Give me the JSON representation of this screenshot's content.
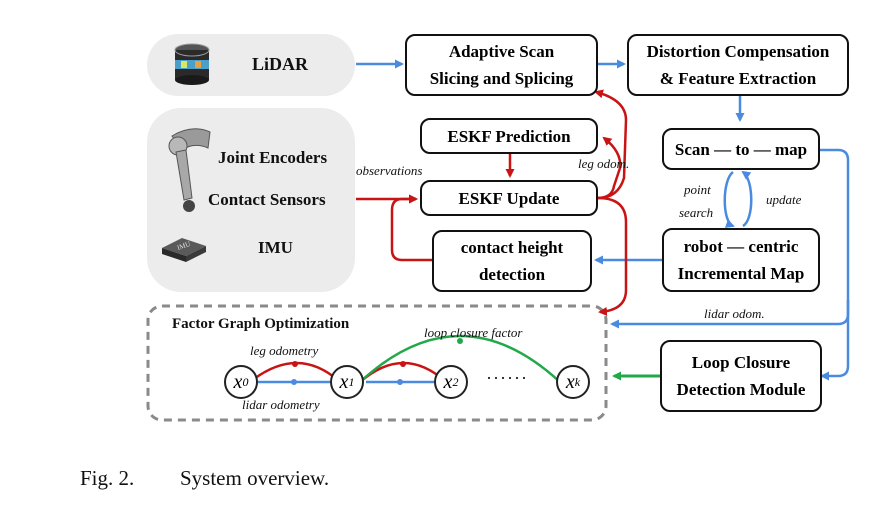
{
  "sensors": {
    "lidar": "LiDAR",
    "joint_encoders": "Joint Encoders",
    "contact_sensors": "Contact Sensors",
    "imu": "IMU",
    "imu_icon_text": "IMU"
  },
  "modules": {
    "adaptive_scan": [
      "Adaptive Scan",
      "Slicing and Splicing"
    ],
    "distortion": [
      "Distortion Compensation",
      "& Feature Extraction"
    ],
    "eskf_prediction": "ESKF Prediction",
    "eskf_update": "ESKF Update",
    "contact_height": [
      "contact height",
      "detection"
    ],
    "scan_to_map": "Scan — to — map",
    "incremental_map": [
      "robot — centric",
      "Incremental Map"
    ],
    "loop_closure": [
      "Loop Closure",
      "Detection Module"
    ]
  },
  "edge_labels": {
    "observations": "observations",
    "leg_odom": "leg odom.",
    "point_search_1": "point",
    "point_search_2": "search",
    "update": "update",
    "lidar_odom": "lidar odom."
  },
  "factor_graph": {
    "title": "Factor Graph Optimization",
    "leg_odometry": "leg odometry",
    "lidar_odometry": "lidar odometry",
    "loop_closure_factor": "loop closure factor",
    "nodes": [
      "x",
      "x",
      "x",
      "x"
    ],
    "node_subs": [
      "0",
      "1",
      "2",
      "k"
    ],
    "ellipsis": "······"
  },
  "caption": {
    "label": "Fig. 2.",
    "text": "System overview."
  },
  "colors": {
    "blue": "#4a8be0",
    "red": "#c81414",
    "green": "#22a84a",
    "panel_gray": "#ececec",
    "dash_gray": "#8a8a8a"
  }
}
